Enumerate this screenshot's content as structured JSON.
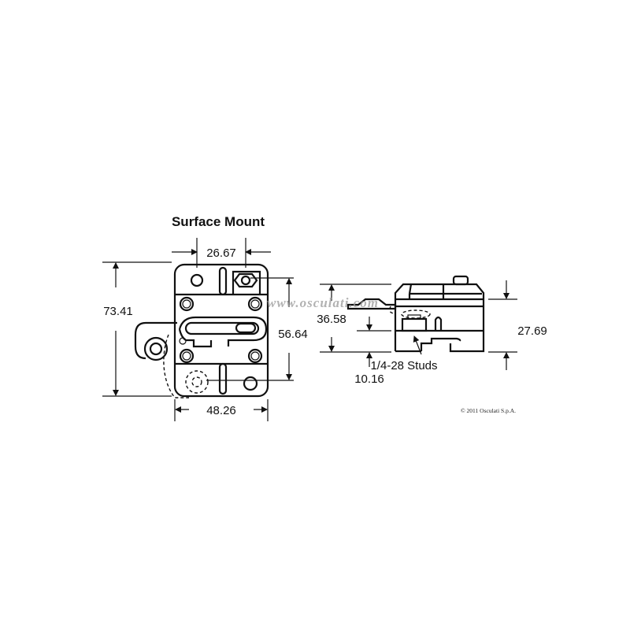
{
  "title": "Surface Mount",
  "dimensions": {
    "stud_spacing": "26.67",
    "overall_height": "73.41",
    "mount_hole_spacing": "56.64",
    "width": "48.26",
    "side_height": "36.58",
    "stud_height": "10.16",
    "body_depth": "27.69"
  },
  "callout": "1/4-28 Studs",
  "watermark": "www.osculati.com",
  "copyright": "© 2011 Osculati S.p.A."
}
